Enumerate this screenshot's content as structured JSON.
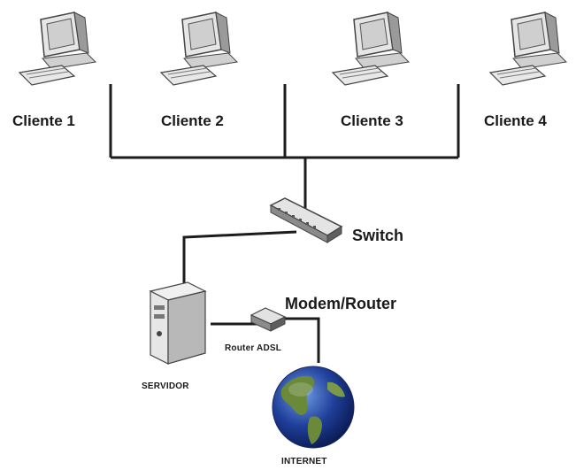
{
  "clients": [
    {
      "label": "Cliente 1"
    },
    {
      "label": "Cliente 2"
    },
    {
      "label": "Cliente 3"
    },
    {
      "label": "Cliente 4"
    }
  ],
  "switch": {
    "label": "Switch"
  },
  "modem": {
    "label": "Modem/Router",
    "sublabel": "Router ADSL"
  },
  "server": {
    "label": "SERVIDOR"
  },
  "internet": {
    "label": "INTERNET"
  },
  "colors": {
    "line": "#1c1c1c",
    "device_light": "#e8e8e8",
    "device_dark": "#6f6f6f",
    "screen": "#d9d9d9",
    "globe_ocean": "#1f3f9a",
    "globe_land": "#6a8a3a"
  }
}
